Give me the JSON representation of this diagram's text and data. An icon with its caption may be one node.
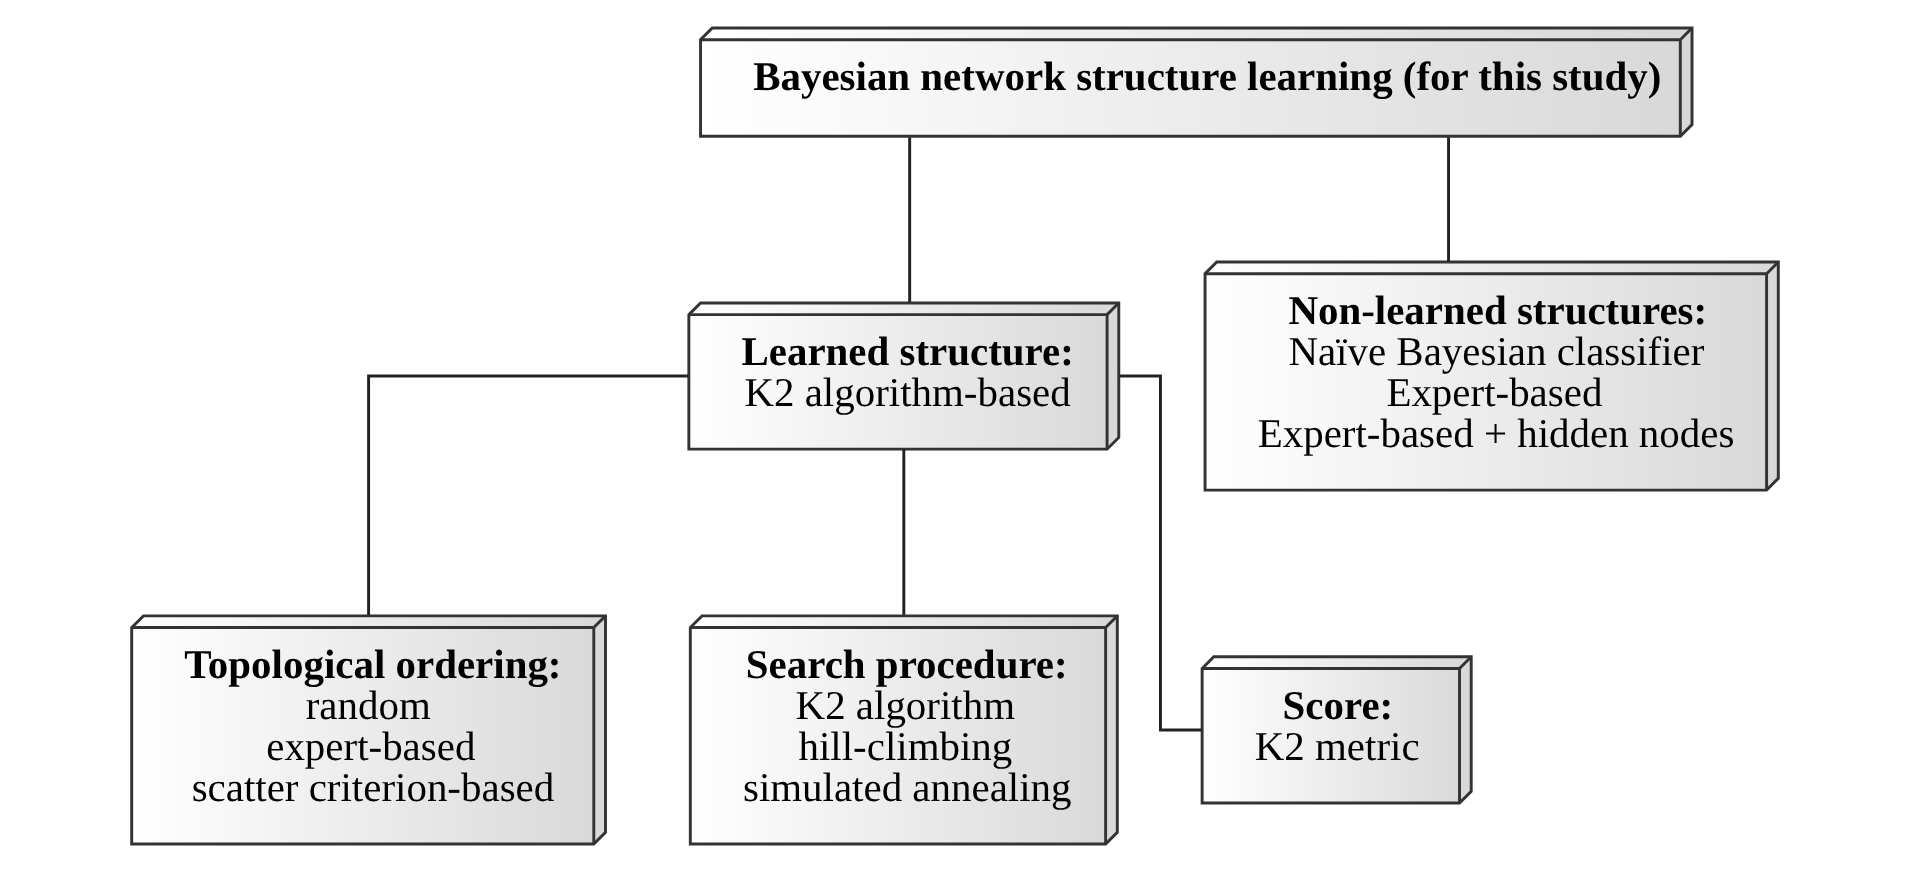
{
  "diagram": {
    "nodes": [
      {
        "text": [
          "Bayesian network structure learning (for this study)"
        ]
      },
      {
        "text": [
          "Learned structure:",
          "K2 algorithm-based"
        ]
      },
      {
        "text": [
          "Non-learned structures:",
          "Naïve Bayesian classifier",
          "Expert-based",
          "Expert-based + hidden nodes"
        ]
      },
      {
        "text": [
          "Topological ordering:",
          "random",
          "expert-based",
          "scatter criterion-based"
        ]
      },
      {
        "text": [
          "Search procedure:",
          "K2 algorithm",
          "hill-climbing",
          "simulated annealing"
        ]
      },
      {
        "text": [
          "Score:",
          "K2 metric"
        ]
      }
    ],
    "edges": [
      {
        "from": 0,
        "to": 1,
        "arrow": "none"
      },
      {
        "from": 0,
        "to": 2,
        "arrow": "none"
      },
      {
        "from": 1,
        "to": 3,
        "arrow": "none"
      },
      {
        "from": 1,
        "to": 4,
        "arrow": "none"
      },
      {
        "from": 1,
        "to": 5,
        "arrow": "none"
      }
    ]
  }
}
